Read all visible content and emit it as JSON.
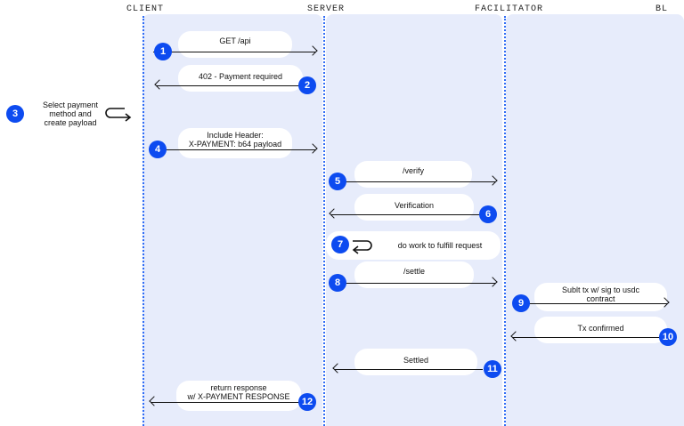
{
  "actors": {
    "client": "CLIENT",
    "server": "SERVER",
    "facilitator": "FACILITATOR",
    "blockchain": "BL"
  },
  "steps": [
    {
      "num": "1",
      "label": "GET /api"
    },
    {
      "num": "2",
      "label": "402 - Payment required"
    },
    {
      "num": "3",
      "label_line1": "Select payment",
      "label_line2": "method and",
      "label_line3": "create payload"
    },
    {
      "num": "4",
      "label_line1": "Include Header:",
      "label_line2": "X-PAYMENT: b64 payload"
    },
    {
      "num": "5",
      "label": "/verify"
    },
    {
      "num": "6",
      "label": "Verification"
    },
    {
      "num": "7",
      "label": "do work to fulfill request"
    },
    {
      "num": "8",
      "label": "/settle"
    },
    {
      "num": "9",
      "label_line1": "Sublt tx w/ sig to usdc",
      "label_line2": "contract"
    },
    {
      "num": "10",
      "label": "Tx confirmed"
    },
    {
      "num": "11",
      "label": "Settled"
    },
    {
      "num": "12",
      "label_line1": "return response",
      "label_line2": "w/ X-PAYMENT RESPONSE"
    }
  ],
  "colors": {
    "accent": "#0d4bf0",
    "lane": "#e7ecfb",
    "lifeline": "#2f6cf6"
  }
}
